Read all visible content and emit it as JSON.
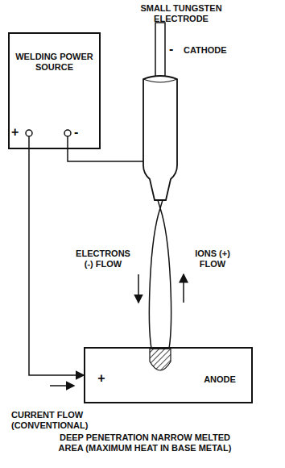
{
  "diagram": {
    "caption": "DEEP PENETRATION NARROW MELTED AREA (MAXIMUM HEAT IN BASE METAL)",
    "nodes": [
      {
        "text": [
          "WELDING POWER SOURCE"
        ]
      },
      {
        "text": [
          "+",
          "ANODE"
        ]
      }
    ],
    "edges": [
      {
        "from": 0,
        "to": 1,
        "arrow": "to"
      }
    ],
    "labels": [
      "SMALL TUNGSTEN ELECTRODE",
      "-",
      "CATHODE",
      "+",
      "-",
      "ELECTRONS (-) FLOW",
      "IONS (+) FLOW",
      "CURRENT FLOW (CONVENTIONAL)"
    ]
  }
}
